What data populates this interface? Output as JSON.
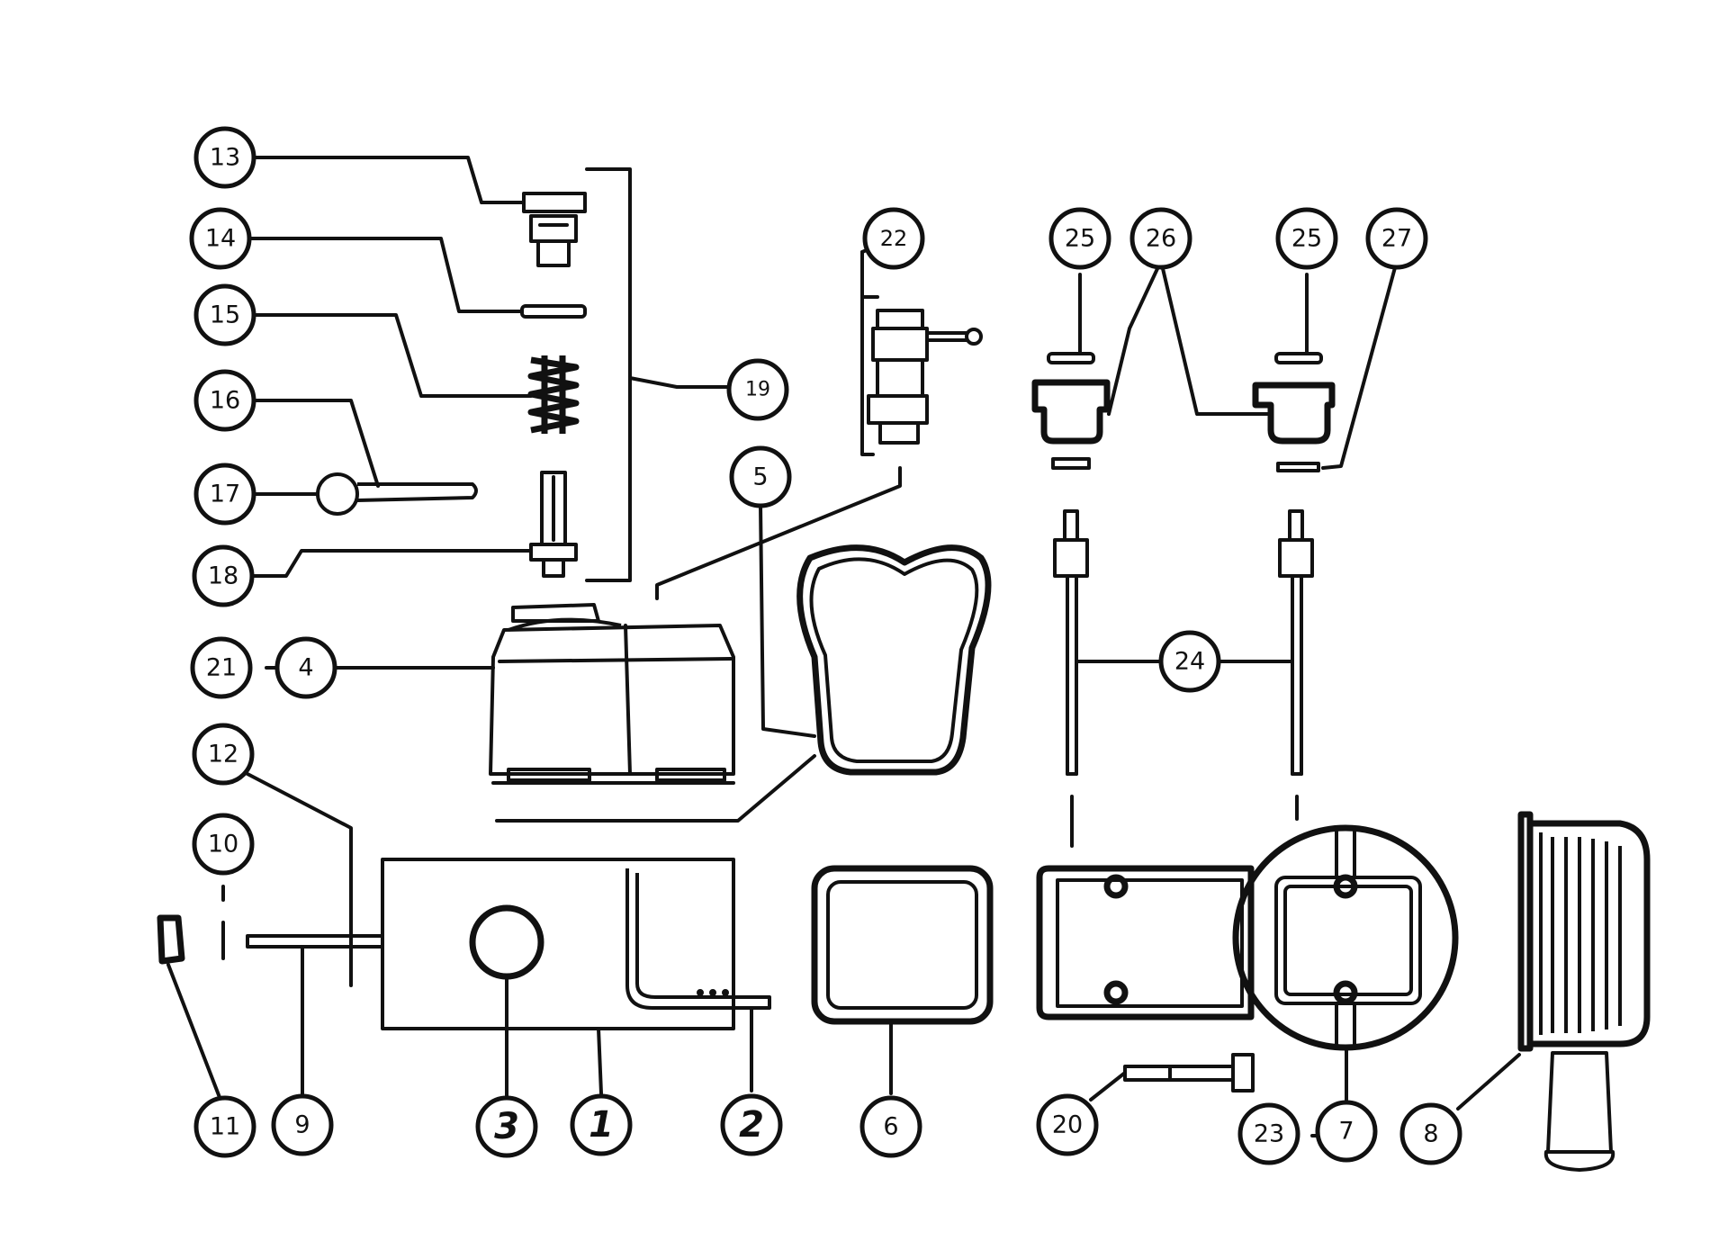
{
  "callouts": {
    "c1": "1",
    "c2": "2",
    "c3": "3",
    "c4": "4",
    "c5": "5",
    "c6": "6",
    "c7": "7",
    "c8": "8",
    "c9": "9",
    "c10": "10",
    "c11": "11",
    "c12": "12",
    "c13": "13",
    "c14": "14",
    "c15": "15",
    "c16": "16",
    "c17": "17",
    "c18": "18",
    "c19": "19",
    "c20": "20",
    "c21": "21",
    "c22": "22",
    "c23": "23",
    "c24": "24",
    "c25a": "25",
    "c25b": "25",
    "c26": "26",
    "c27": "27"
  }
}
